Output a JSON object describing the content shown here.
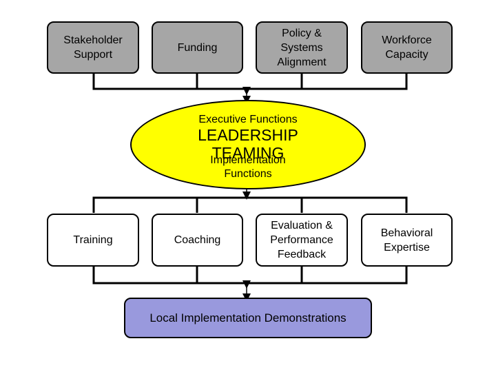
{
  "top_boxes": [
    {
      "label": "Stakeholder\nSupport"
    },
    {
      "label": "Funding"
    },
    {
      "label": "Policy &\nSystems\nAlignment"
    },
    {
      "label": "Workforce\nCapacity"
    }
  ],
  "center": {
    "executive": "Executive Functions",
    "leadership": "LEADERSHIP\nTEAMING",
    "implementation": "Implementation\nFunctions"
  },
  "bottom_boxes": [
    {
      "label": "Training"
    },
    {
      "label": "Coaching"
    },
    {
      "label": "Evaluation &\nPerformance\nFeedback"
    },
    {
      "label": "Behavioral\nExpertise"
    }
  ],
  "local_demo": {
    "label": "Local Implementation Demonstrations"
  },
  "colors": {
    "top_box": "#a6a6a6",
    "center": "#ffff00",
    "local_demo": "#9999dd"
  }
}
